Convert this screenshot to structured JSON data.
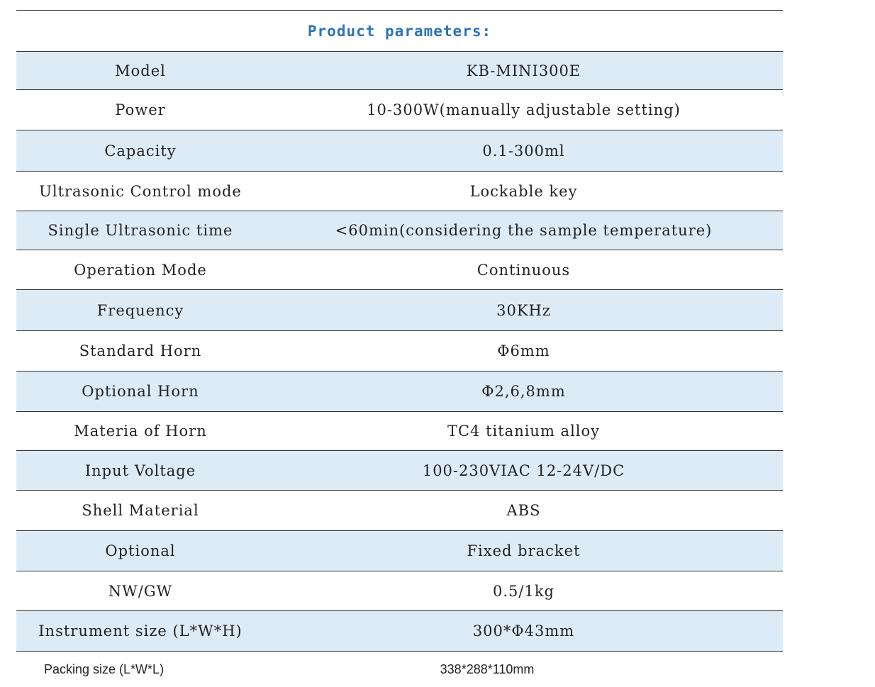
{
  "title": "Product  parameters:",
  "rows": [
    {
      "label": "Model",
      "value": "KB-MINI300E"
    },
    {
      "label": "Power",
      "value": "10-300W(manually  adjustable  setting)"
    },
    {
      "label": "Capacity",
      "value": "0.1-300ml"
    },
    {
      "label": "Ultrasonic Control mode",
      "value": "Lockable key"
    },
    {
      "label": "Single Ultrasonic  time",
      "value": "<60min(considering  the  sample  temperature)"
    },
    {
      "label": "Operation Mode",
      "value": "Continuous"
    },
    {
      "label": "Frequency",
      "value": "30KHz"
    },
    {
      "label": "Standard Horn",
      "value": "Φ6mm"
    },
    {
      "label": "Optional Horn",
      "value": "Φ2,6,8mm"
    },
    {
      "label": "Materia of Horn",
      "value": "TC4 titanium alloy"
    },
    {
      "label": "Input  Voltage",
      "value": "100-230VIAC  12-24V/DC"
    },
    {
      "label": "Shell  Material",
      "value": "ABS"
    },
    {
      "label": "Optional",
      "value": "Fixed bracket"
    },
    {
      "label": "NW/GW",
      "value": "0.5/1kg"
    },
    {
      "label": "Instrument  size  (L*W*H)",
      "value": "300*Φ43mm"
    },
    {
      "label": "Packing  size  (L*W*L)",
      "value": "338*288*110mm"
    }
  ]
}
